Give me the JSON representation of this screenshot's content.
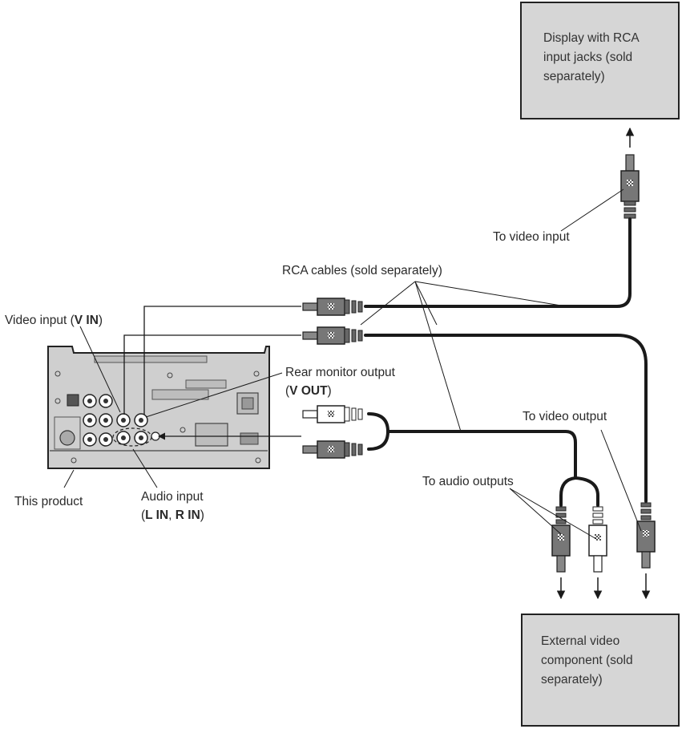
{
  "colors": {
    "box_fill": "#d6d6d6",
    "unit_fill": "#cfcfcf",
    "cable": "#1a1a1a",
    "plug_dark": "#777777",
    "plug_light": "#ffffff"
  },
  "display_box": {
    "lines": [
      "Display with RCA",
      "input jacks (sold",
      "separately)"
    ]
  },
  "external_box": {
    "lines": [
      "External video",
      "component (sold",
      "separately)"
    ]
  },
  "labels": {
    "to_video_input": "To video input",
    "rca_cables": "RCA cables (sold separately)",
    "video_input_prefix": "Video input (",
    "video_input_bold": "V IN",
    "video_input_suffix": ")",
    "rear_monitor_line1": "Rear monitor output",
    "rear_monitor_open": "(",
    "rear_monitor_bold": "V OUT",
    "rear_monitor_close": ")",
    "to_video_output": "To video output",
    "to_audio_outputs": "To audio outputs",
    "this_product": "This product",
    "audio_input_line1": "Audio input",
    "audio_input_open": "(",
    "audio_input_bold1": "L IN",
    "audio_input_comma": ", ",
    "audio_input_bold2": "R IN",
    "audio_input_close": ")"
  },
  "icons": [
    "rca-plug-icon",
    "arrow-icon",
    "head-unit-rear-panel-icon"
  ]
}
